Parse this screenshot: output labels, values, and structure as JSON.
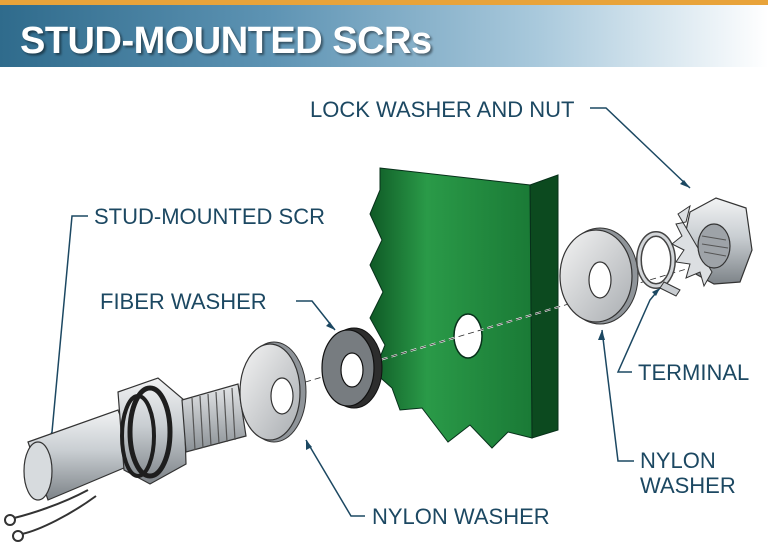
{
  "title": "STUD-MOUNTED SCRs",
  "labels": {
    "lock_washer_and_nut": "LOCK WASHER AND NUT",
    "stud_mounted_scr": "STUD-MOUNTED SCR",
    "fiber_washer": "FIBER WASHER",
    "terminal": "TERMINAL",
    "nylon_washer_right_line1": "NYLON",
    "nylon_washer_right_line2": "WASHER",
    "nylon_washer_bottom": "NYLON WASHER"
  },
  "colors": {
    "accent_stripe": "#e8a33a",
    "header_blue": "#2f6b8c",
    "label_text": "#1c4862",
    "heat_sink_green": "#1f8a3c",
    "metal_gray": "#b9bec3"
  }
}
